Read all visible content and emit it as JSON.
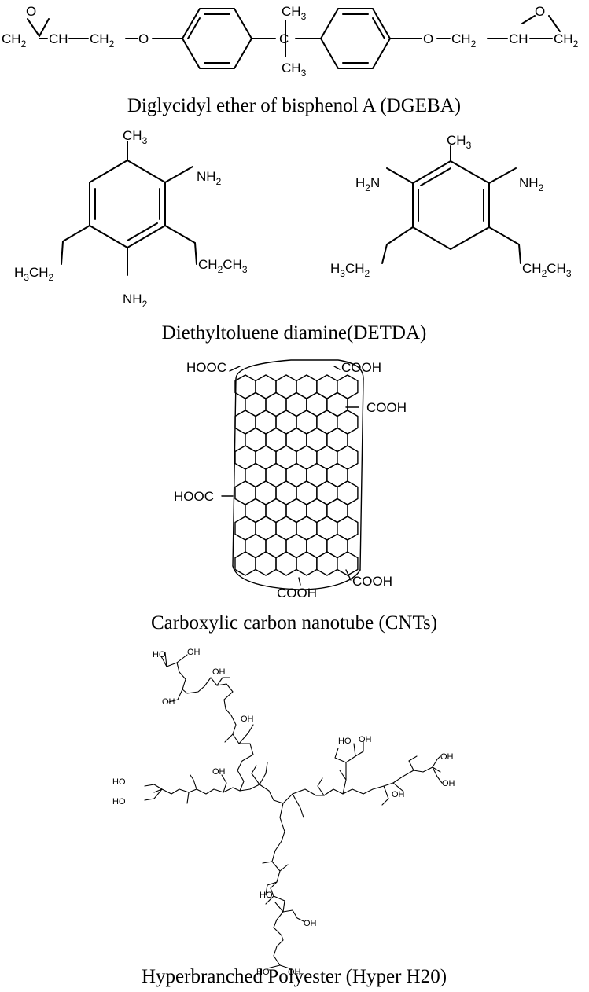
{
  "figure": {
    "structures": [
      {
        "caption": "Diglycidyl ether of bisphenol A (DGEBA)",
        "atoms": {
          "o": "O",
          "ch2": "CH",
          "ch": "CH",
          "ch3": "CH",
          "sub2": "2",
          "sub3": "3"
        }
      },
      {
        "caption": "Diethyltoluene diamine(DETDA)",
        "atoms": {
          "nh2": "NH",
          "h2n": "H",
          "n": "N",
          "h3c": "H",
          "c": "C",
          "ch2": "CH",
          "ch3": "CH",
          "sub2": "2",
          "sub3": "3"
        }
      },
      {
        "caption": "Carboxylic carbon nanotube (CNTs)",
        "atoms": {
          "cooh": "COOH",
          "hooc": "HOOC"
        }
      },
      {
        "caption": "Hyperbranched Polyester (Hyper H20)",
        "atoms": {
          "o": "O",
          "oh": "OH",
          "ho": "HO"
        }
      }
    ]
  }
}
